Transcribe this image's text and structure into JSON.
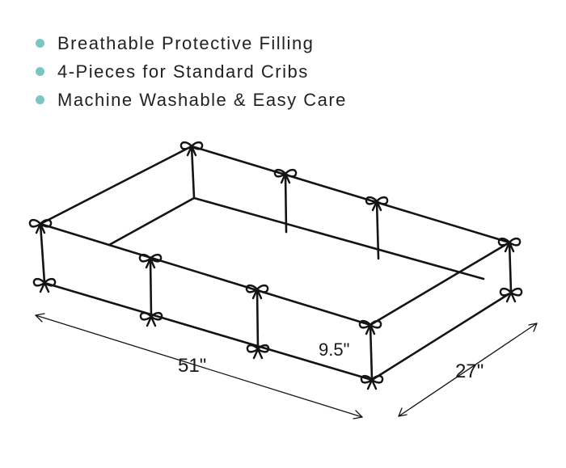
{
  "features": [
    {
      "text": "Breathable Protective Filling"
    },
    {
      "text": "4-Pieces for Standard Cribs"
    },
    {
      "text": "Machine Washable & Easy Care"
    }
  ],
  "dimensions": {
    "length": "51\"",
    "width": "27\"",
    "height": "9.5\""
  },
  "colors": {
    "bullet": "#7cc6c2",
    "line": "#141414",
    "text": "#222222"
  }
}
